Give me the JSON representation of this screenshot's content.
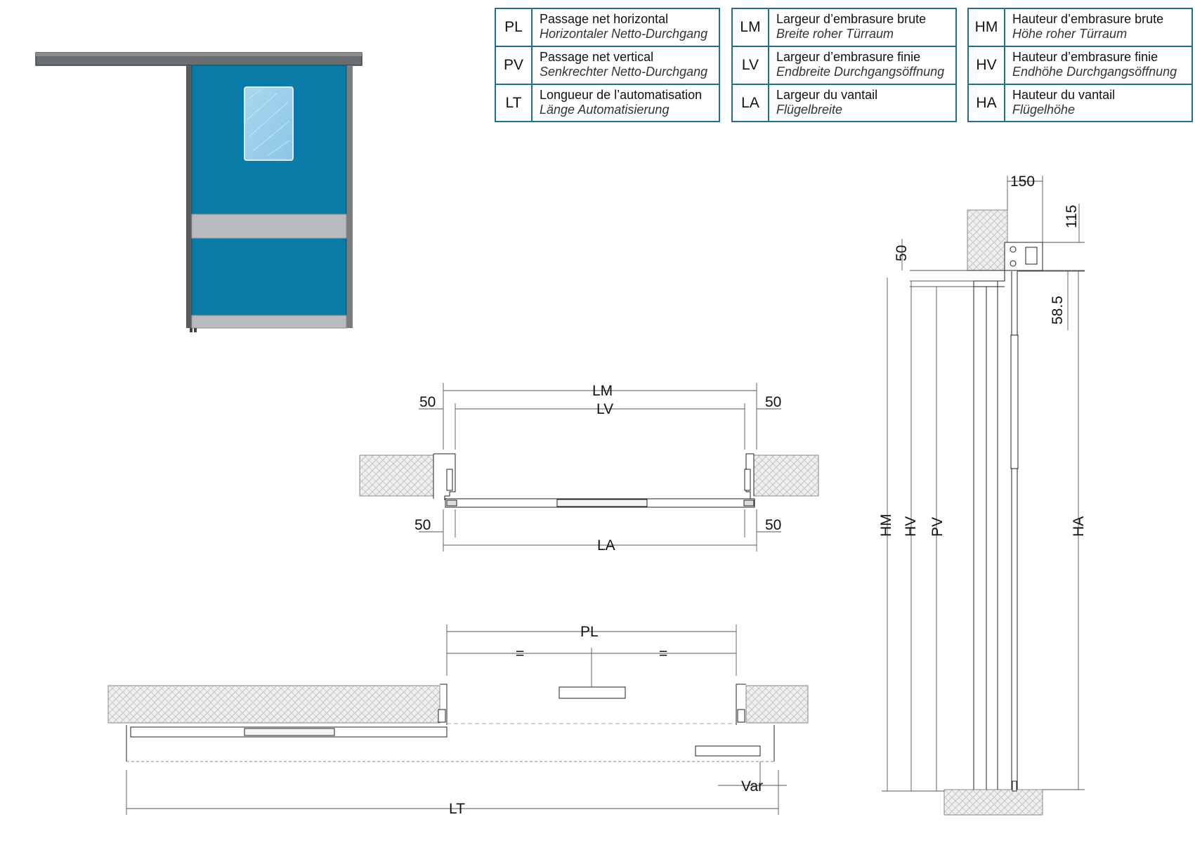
{
  "legend": [
    [
      {
        "code": "PL",
        "fr": "Passage net horizontal",
        "de": "Horizontaler Netto-Durchgang"
      },
      {
        "code": "PV",
        "fr": "Passage net vertical",
        "de": "Senkrechter Netto-Durchgang"
      },
      {
        "code": "LT",
        "fr": "Longueur de l’automatisation",
        "de": "Länge Automatisierung"
      }
    ],
    [
      {
        "code": "LM",
        "fr": "Largeur d’embrasure brute",
        "de": "Breite roher Türraum"
      },
      {
        "code": "LV",
        "fr": "Largeur d’embrasure finie",
        "de": "Endbreite Durchgangsöffnung"
      },
      {
        "code": "LA",
        "fr": "Largeur du vantail",
        "de": "Flügelbreite"
      }
    ],
    [
      {
        "code": "HM",
        "fr": "Hauteur d’embrasure brute",
        "de": "Höhe roher Türraum"
      },
      {
        "code": "HV",
        "fr": "Hauteur d’embrasure finie",
        "de": "Endhöhe Durchgangsöffnung"
      },
      {
        "code": "HA",
        "fr": "Hauteur du vantail",
        "de": "Flügelhöhe"
      }
    ]
  ],
  "dims": {
    "plan1": {
      "lm": "LM",
      "lv": "LV",
      "la": "LA",
      "left_top": "50",
      "right_top": "50",
      "left_bottom": "50",
      "right_bottom": "50"
    },
    "plan2": {
      "pl": "PL",
      "eq_left": "=",
      "eq_right": "=",
      "var": "Var",
      "lt": "LT"
    },
    "section": {
      "w150": "150",
      "h115": "115",
      "h50": "50",
      "h58": "58.5",
      "hm": "HM",
      "hv": "HV",
      "pv": "PV",
      "ha": "HA"
    }
  },
  "colors": {
    "door_blue": "#0a7aa6",
    "border": "#1f6f93",
    "rail": "#6b6e70",
    "kick": "#b9bcbe"
  }
}
